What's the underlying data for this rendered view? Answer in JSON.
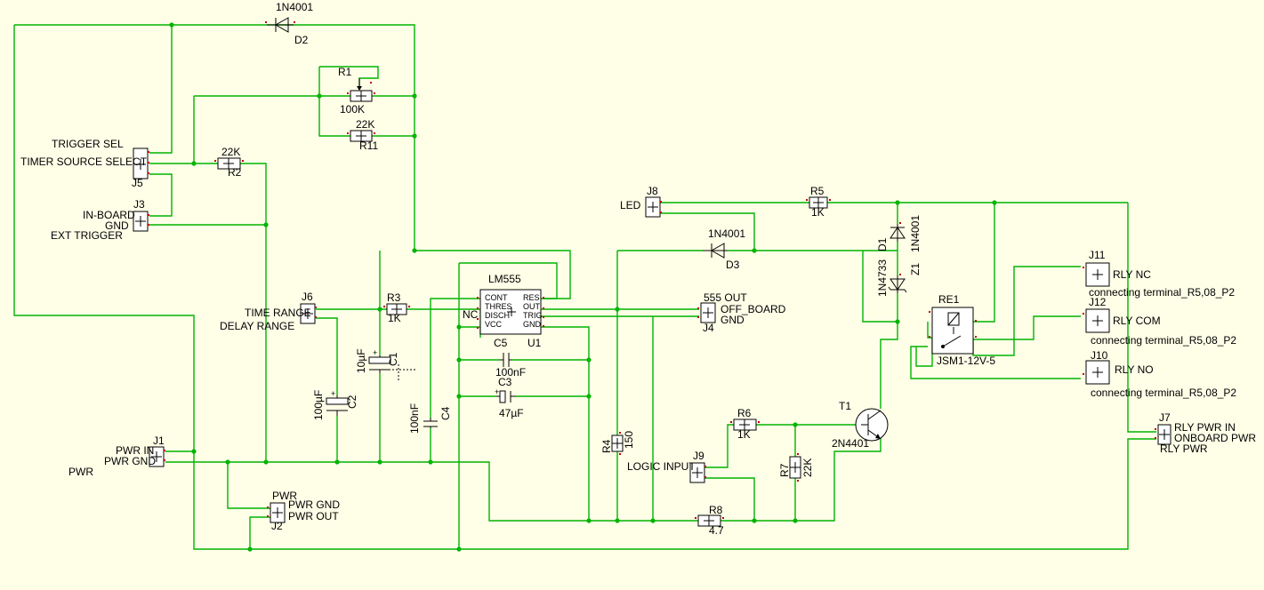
{
  "colors": {
    "background": "#ffffe8",
    "wire": "#00b400",
    "pin": "#c00000",
    "component": "#000000"
  },
  "components": {
    "D2": {
      "ref": "D2",
      "value": "1N4001"
    },
    "R1": {
      "ref": "R1",
      "value": "100K"
    },
    "R11": {
      "ref": "R11",
      "value": "22K"
    },
    "R2": {
      "ref": "R2",
      "value": "22K"
    },
    "J5": {
      "ref": "J5",
      "label1": "TRIGGER SEL",
      "label2": "TIMER SOURCE SELECT"
    },
    "J3": {
      "ref": "J3",
      "label1": "IN-BOARD",
      "label2": "GND",
      "label3": "EXT TRIGGER"
    },
    "J6": {
      "ref": "J6",
      "label1": "TIME RANGE",
      "label2": "DELAY RANGE"
    },
    "R3": {
      "ref": "R3",
      "value": "1K"
    },
    "U1": {
      "ref": "U1",
      "value": "LM555",
      "pins": [
        "CONT",
        "THRES",
        "DISCH",
        "VCC",
        "RES",
        "OUT",
        "TRIG",
        "GND"
      ],
      "nc": "NC"
    },
    "C5": {
      "ref": "C5",
      "value": "100nF"
    },
    "C3": {
      "ref": "C3",
      "value": "47µF"
    },
    "C1": {
      "ref": "C1",
      "value": "10µF"
    },
    "C2": {
      "ref": "C2",
      "value": "100µF"
    },
    "C4": {
      "ref": "C4",
      "value": "100nF"
    },
    "J4": {
      "ref": "J4",
      "label1": "555 OUT",
      "label2": "OFF_BOARD",
      "label3": "GND"
    },
    "J1": {
      "ref": "J1",
      "label1": "PWR IN",
      "label2": "PWR GND",
      "label3": "PWR"
    },
    "J2": {
      "ref": "J2",
      "label1": "PWR",
      "label2": "PWR GND",
      "label3": "PWR OUT"
    },
    "J8": {
      "ref": "J8",
      "label1": "LED"
    },
    "R5": {
      "ref": "R5",
      "value": "1K"
    },
    "D3": {
      "ref": "D3",
      "value": "1N4001"
    },
    "D1": {
      "ref": "D1",
      "value": "1N4001"
    },
    "Z1": {
      "ref": "Z1",
      "value": "1N4733"
    },
    "RE1": {
      "ref": "RE1",
      "value": "JSM1-12V-5"
    },
    "J11": {
      "ref": "J11",
      "label1": "RLY NC",
      "label2": "connecting terminal_R5,08_P2"
    },
    "J12": {
      "ref": "J12",
      "label1": "RLY COM",
      "label2": "connecting terminal_R5,08_P2"
    },
    "J10": {
      "ref": "J10",
      "label1": "RLY NO",
      "label2": "connecting terminal_R5,08_P2"
    },
    "J7": {
      "ref": "J7",
      "label1": "RLY PWR IN",
      "label2": "ONBOARD PWR",
      "label3": "RLY PWR"
    },
    "T1": {
      "ref": "T1",
      "value": "2N4401"
    },
    "R6": {
      "ref": "R6",
      "value": "1K"
    },
    "R7": {
      "ref": "R7",
      "value": "22K"
    },
    "R4": {
      "ref": "R4",
      "value": "150"
    },
    "J9": {
      "ref": "J9",
      "label1": "LOGIC INPUT"
    },
    "R8": {
      "ref": "R8",
      "value": "4.7"
    }
  }
}
